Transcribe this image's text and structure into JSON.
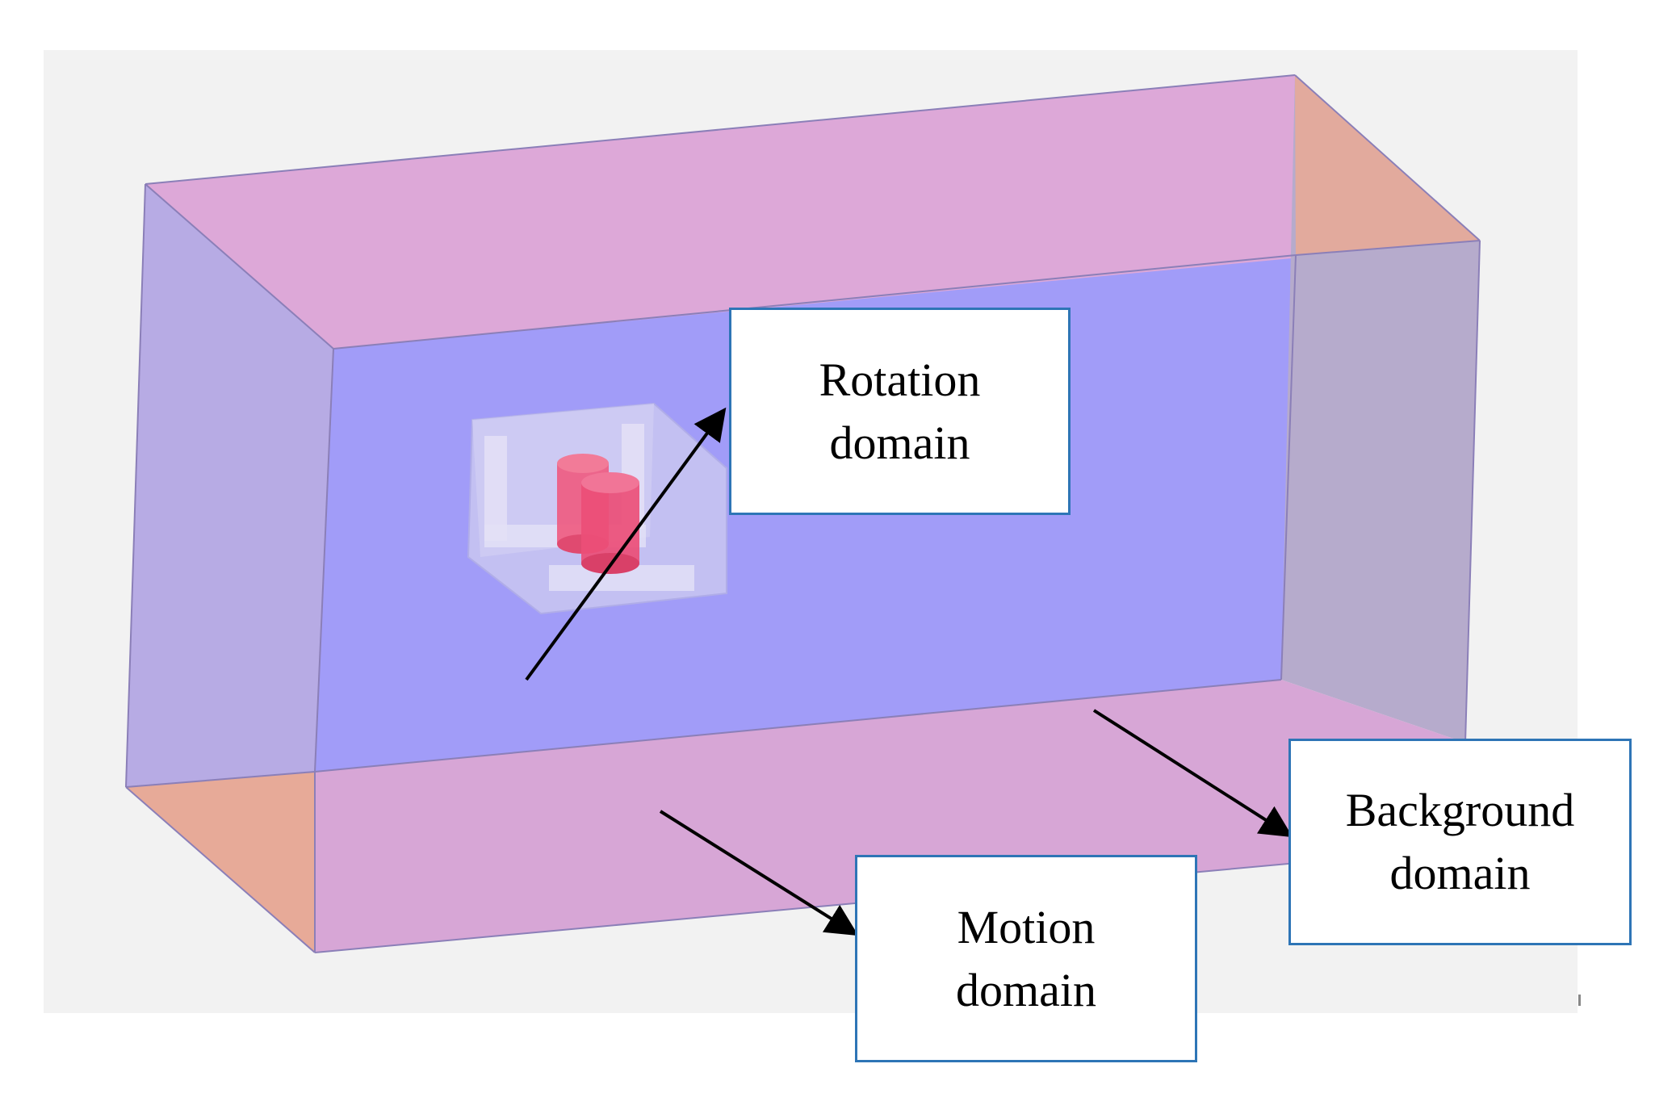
{
  "colors": {
    "viewport_background": "#f2f2f2",
    "top_face": "#dda8d8",
    "bottom_face": "#d7a6d6",
    "back_face": "#a19cf8",
    "left_face": "#b3a6e3",
    "right_face": "#b6abcc",
    "corner_salmon": "#e7aa98",
    "cylinder": "#ef5a80",
    "inner_box": "#c9c7f2",
    "label_border": "#2e75b6",
    "arrow": "#000000"
  },
  "labels": {
    "rotation": [
      "Rotation",
      "domain"
    ],
    "motion": [
      "Motion",
      "domain"
    ],
    "background": [
      "Background",
      "domain"
    ]
  }
}
